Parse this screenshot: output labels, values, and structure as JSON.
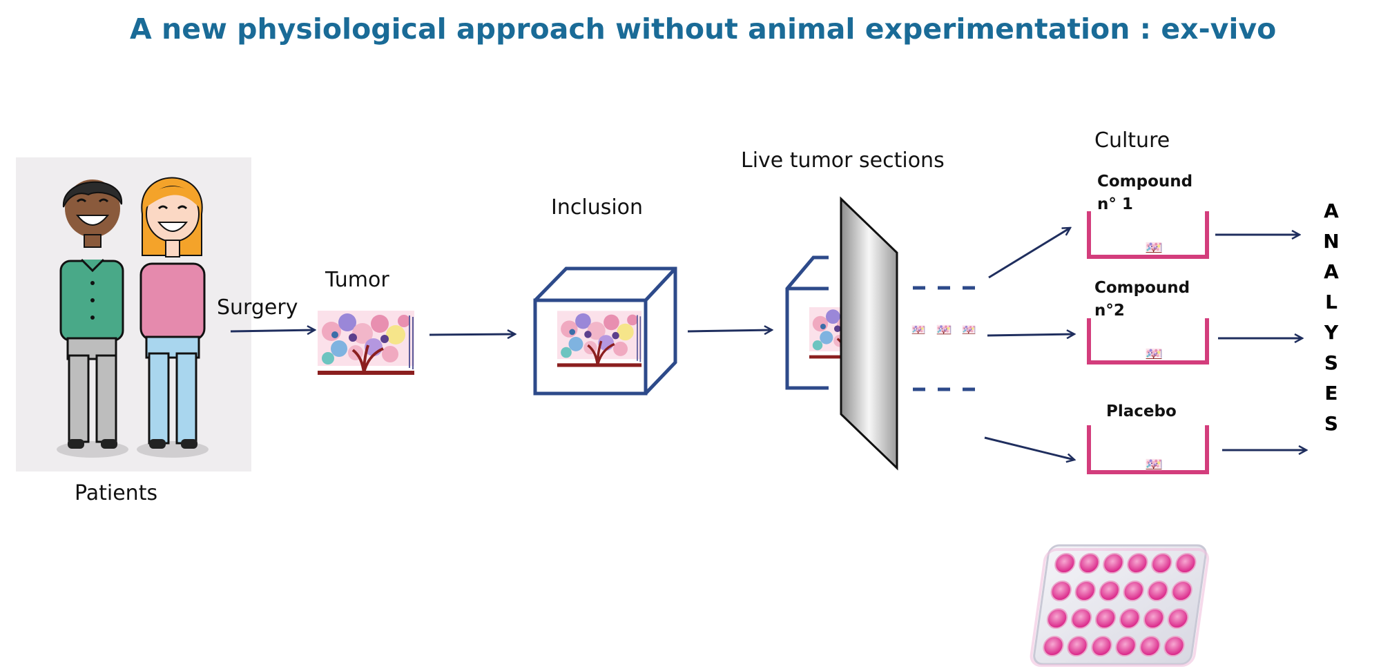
{
  "title": "A new physiological approach without animal experimentation : ex-vivo",
  "labels": {
    "patients": "Patients",
    "surgery": "Surgery",
    "tumor": "Tumor",
    "inclusion": "Inclusion",
    "live_sections": "Live tumor sections",
    "culture": "Culture"
  },
  "compounds": [
    {
      "line1": "Compound",
      "line2": "n° 1"
    },
    {
      "line1": "Compound",
      "line2": "n°2"
    },
    {
      "line1": "Placebo",
      "line2": ""
    }
  ],
  "analyses_letters": [
    "A",
    "N",
    "A",
    "L",
    "Y",
    "S",
    "E",
    "S"
  ],
  "colors": {
    "title": "#1a6b97",
    "arrow": "#1f2e5e",
    "box": "#2d4a8a",
    "well": "#d33d7c",
    "tissue_pink": "#f2b6c9",
    "tissue_purple": "#9a87d8"
  }
}
